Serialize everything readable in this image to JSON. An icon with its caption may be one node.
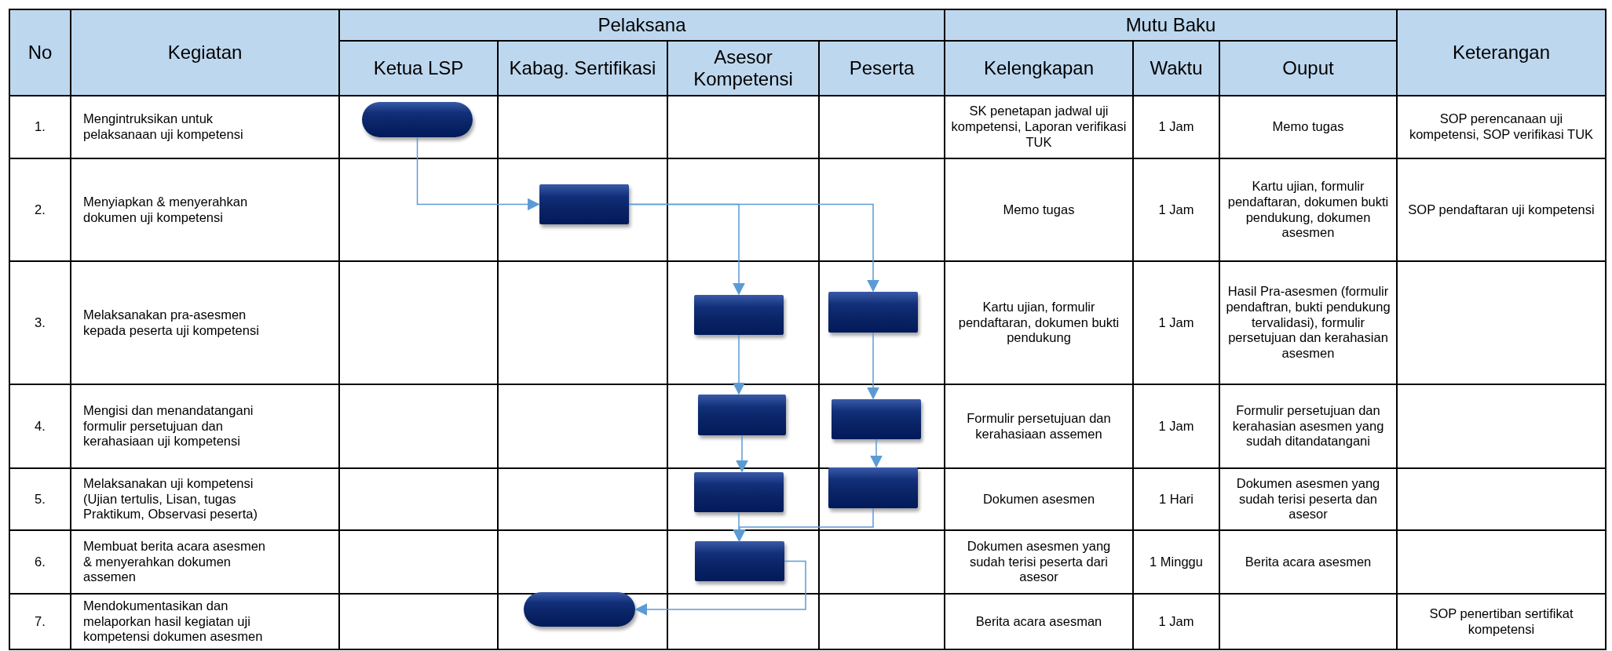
{
  "diagram": {
    "nodes": [
      {
        "text": [],
        "shape": "pill"
      },
      {
        "text": [],
        "shape": "box"
      },
      {
        "text": [],
        "shape": "box"
      },
      {
        "text": [],
        "shape": "box"
      },
      {
        "text": [],
        "shape": "box"
      },
      {
        "text": [],
        "shape": "box"
      },
      {
        "text": [],
        "shape": "box"
      },
      {
        "text": [],
        "shape": "box"
      },
      {
        "text": [],
        "shape": "box"
      },
      {
        "text": [],
        "shape": "pill"
      }
    ],
    "edges": [
      {
        "from": 0,
        "to": 1,
        "arrow": "to"
      },
      {
        "from": 1,
        "to": 2,
        "arrow": "to"
      },
      {
        "from": 1,
        "to": 3,
        "arrow": "to"
      },
      {
        "from": 2,
        "to": 4,
        "arrow": "to"
      },
      {
        "from": 3,
        "to": 5,
        "arrow": "to"
      },
      {
        "from": 4,
        "to": 6,
        "arrow": "to"
      },
      {
        "from": 5,
        "to": 7,
        "arrow": "to"
      },
      {
        "from": 6,
        "to": 8,
        "arrow": "to"
      },
      {
        "from": 7,
        "to": 8,
        "arrow": "to"
      },
      {
        "from": 8,
        "to": 9,
        "arrow": "to"
      }
    ],
    "labels": [
      "No",
      "Kegiatan",
      "Pelaksana",
      "Mutu Baku",
      "Keterangan",
      "Ketua LSP",
      "Kabag. Sertifikasi",
      "Asesor Kompetensi",
      "Peserta",
      "Kelengkapan",
      "Waktu",
      "Ouput",
      "1.",
      "Mengintruksikan untuk pelaksanaan uji kompetensi",
      "SK penetapan jadwal uji kompetensi, Laporan verifikasi TUK",
      "1 Jam",
      "Memo tugas",
      "SOP perencanaan uji kompetensi, SOP verifikasi TUK",
      "2.",
      "Menyiapkan & menyerahkan dokumen uji kompetensi",
      "Memo tugas",
      "1 Jam",
      "Kartu ujian, formulir pendaftaran, dokumen bukti pendukung, dokumen asesmen",
      "SOP pendaftaran uji kompetensi",
      "3.",
      "Melaksanakan pra-asesmen kepada peserta uji kompetensi",
      "Kartu ujian, formulir pendaftaran, dokumen bukti pendukung",
      "1 Jam",
      "Hasil Pra-asesmen (formulir pendaftran, bukti pendukung tervalidasi), formulir persetujuan dan kerahasian asesmen",
      "4.",
      "Mengisi dan menandatangani formulir persetujuan dan kerahasiaan uji kompetensi",
      "Formulir persetujuan dan kerahasiaan assemen",
      "1 Jam",
      "Formulir persetujuan dan kerahasian asesmen yang sudah ditandatangani",
      "5.",
      "Melaksanakan uji kompetensi (Ujian tertulis, Lisan, tugas Praktikum, Observasi peserta)",
      "Dokumen asesmen",
      "1 Hari",
      "Dokumen asesmen yang sudah terisi peserta dan asesor",
      "6.",
      "Membuat berita acara asesmen & menyerahkan dokumen assemen",
      "Dokumen asesmen yang sudah terisi peserta dari asesor",
      "1 Minggu",
      "Berita acara asesmen",
      "7.",
      "Mendokumentasikan dan melaporkan hasil kegiatan uji kompetensi dokumen asesmen",
      "Berita acara asesman",
      "1 Jam",
      "SOP penertiban sertifikat kompetensi"
    ]
  }
}
